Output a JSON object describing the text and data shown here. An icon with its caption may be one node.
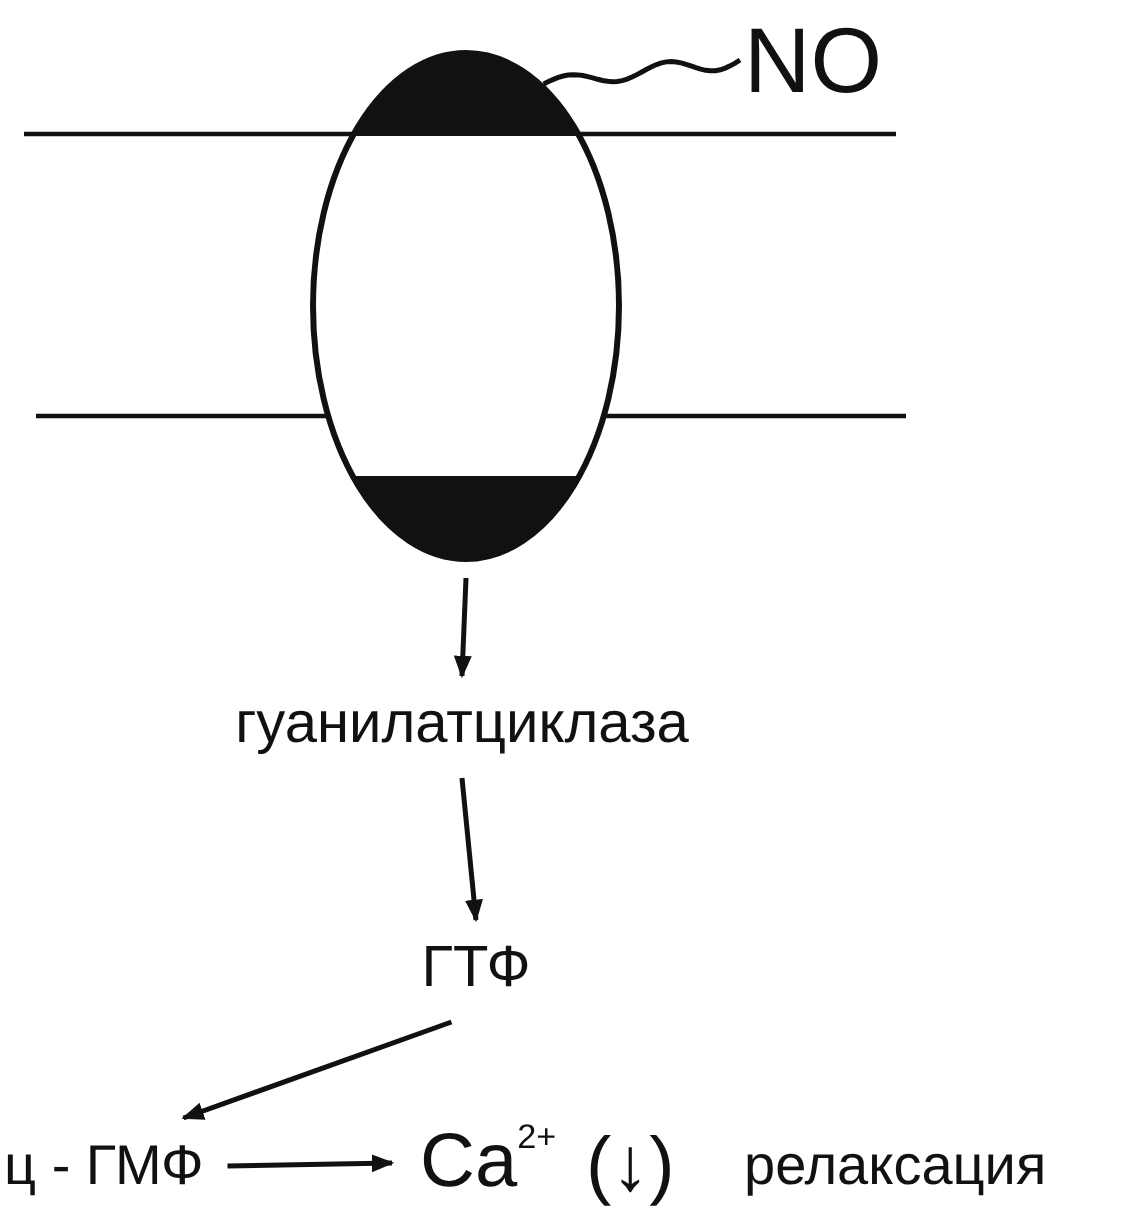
{
  "diagram": {
    "nodes": [
      {
        "text": [],
        "shape": "ellipse"
      },
      {
        "text": [
          "NO"
        ]
      },
      {
        "text": [
          "гуанилатциклаза"
        ]
      },
      {
        "text": [
          "ГТФ"
        ]
      },
      {
        "text": [
          "ц - ГМФ"
        ]
      },
      {
        "text": [
          "Ca$^{2+}$"
        ],
        "beside": [
          "(↓)"
        ]
      }
    ],
    "edges": [
      {
        "from": 1,
        "to": 0,
        "arrow": "none"
      },
      {
        "from": 0,
        "to": 2,
        "arrow": "to"
      },
      {
        "from": 2,
        "to": 3,
        "arrow": "to"
      },
      {
        "from": 3,
        "to": 4,
        "arrow": "to"
      },
      {
        "from": 4,
        "to": 5,
        "arrow": "to"
      }
    ],
    "labels": [
      "релаксация"
    ]
  }
}
